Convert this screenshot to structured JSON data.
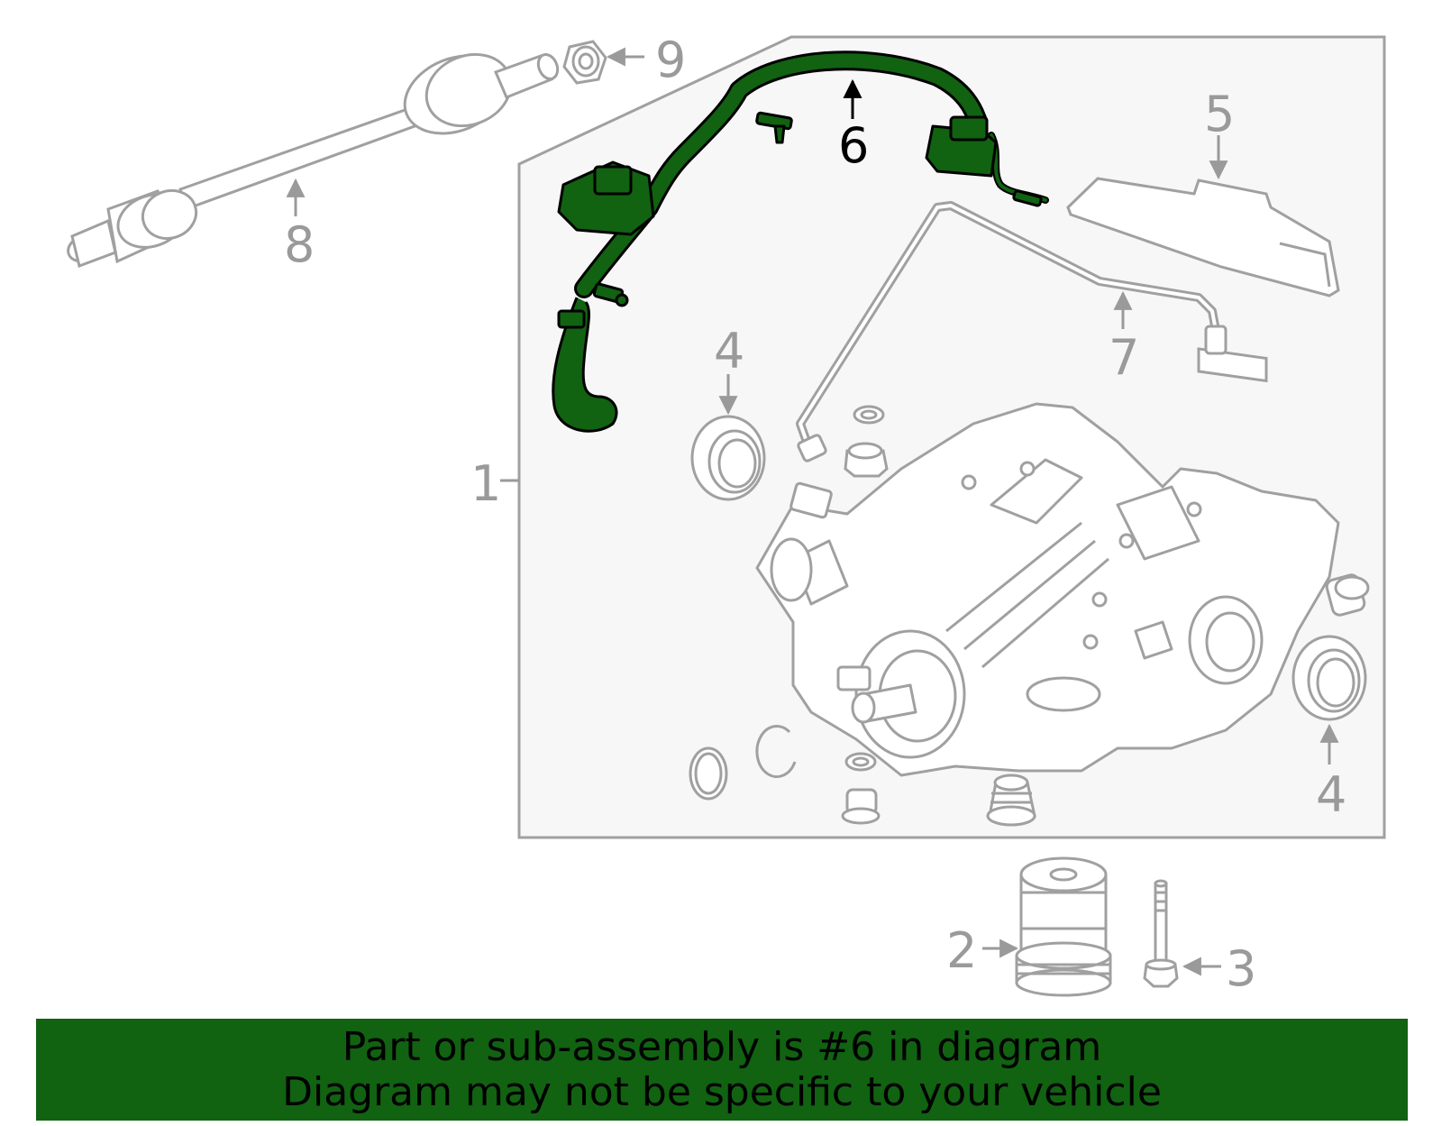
{
  "callouts": {
    "c1": "1",
    "c2": "2",
    "c3": "3",
    "c4a": "4",
    "c4b": "4",
    "c5": "5",
    "c6": "6",
    "c7": "7",
    "c8": "8",
    "c9": "9"
  },
  "banner": {
    "line1": "Part or sub-assembly is #6 in diagram",
    "line2": "Diagram may not be specific to your vehicle"
  },
  "colors": {
    "highlight_part": "#116211",
    "banner_bg": "#116211",
    "linework": "#a0a0a0",
    "panel_bg": "#f7f7f7"
  }
}
